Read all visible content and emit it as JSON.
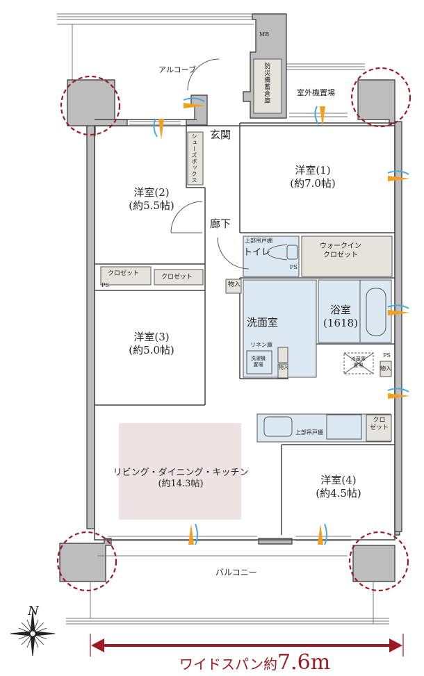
{
  "plan": {
    "rooms": {
      "alcove": "アルコーブ",
      "mb": "MB",
      "disaster_storage": "防災備蓄倉庫",
      "outdoor_unit": "室外機置場",
      "entrance": "玄関",
      "shoe_box": "シューズボックス",
      "western_1": {
        "name": "洋室(1)",
        "size": "(約7.0帖)"
      },
      "western_2": {
        "name": "洋室(2)",
        "size": "(約5.5帖)"
      },
      "western_3": {
        "name": "洋室(3)",
        "size": "(約5.0帖)"
      },
      "western_4": {
        "name": "洋室(4)",
        "size": "(約4.5帖)"
      },
      "hallway": "廊下",
      "toilet": "トイレ",
      "upper_cabinet": "上部吊戸棚",
      "walk_in_closet": "ウォークイン\nクロゼット",
      "closet": "クロゼット",
      "closet_short": "クロ\nゼット",
      "ps": "PS",
      "storage": "物入",
      "washroom": "洗面室",
      "bathroom": {
        "name": "浴室",
        "size": "(1618)"
      },
      "linen": "リネン庫",
      "washer": "洗濯機\n置場",
      "fridge": "冷蔵庫\n置場",
      "ldk": {
        "name": "リビング・ダイニング・キッチン",
        "size": "(約14.3帖)"
      },
      "balcony": "バルコニー"
    },
    "compass": {
      "north": "N"
    },
    "wide_span": {
      "prefix": "ワイドスパン約",
      "value": "7.6m"
    },
    "colors": {
      "wall": "#bdbdbd",
      "wet_area": "#dce9f3",
      "storage": "#e6e3da",
      "ldk_highlight": "#efe2e3",
      "accent_red": "#9b1b22",
      "window_orange": "#f0a020",
      "window_blue": "#4aa8d8"
    }
  }
}
